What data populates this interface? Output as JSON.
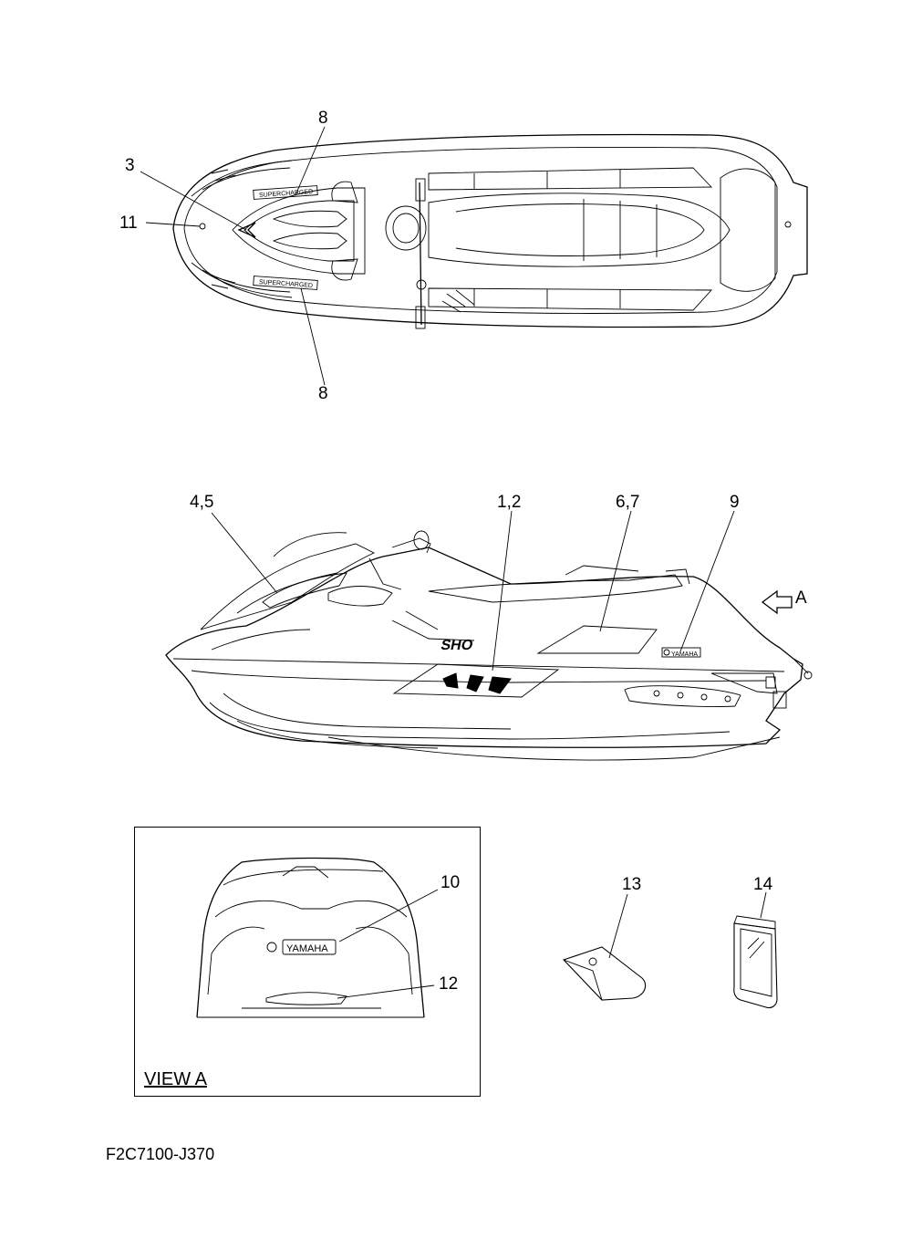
{
  "callouts": {
    "top_view": {
      "c8_upper": "8",
      "c3": "3",
      "c11": "11",
      "c8_lower": "8"
    },
    "side_view": {
      "c4_5": "4,5",
      "c1_2": "1,2",
      "c6_7": "6,7",
      "c9": "9",
      "arrow_a": "A"
    },
    "view_a": {
      "c10": "10",
      "c12": "12",
      "title": "VIEW A"
    },
    "parts": {
      "c13": "13",
      "c14": "14"
    }
  },
  "decal_text": {
    "supercharged_upper": "SUPERCHARGED",
    "supercharged_lower": "SUPERCHARGED",
    "sho": "SHO",
    "yamaha_side": "YAMAHA",
    "yamaha_rear": "YAMAHA"
  },
  "footer": {
    "drawing_code": "F2C7100-J370"
  }
}
